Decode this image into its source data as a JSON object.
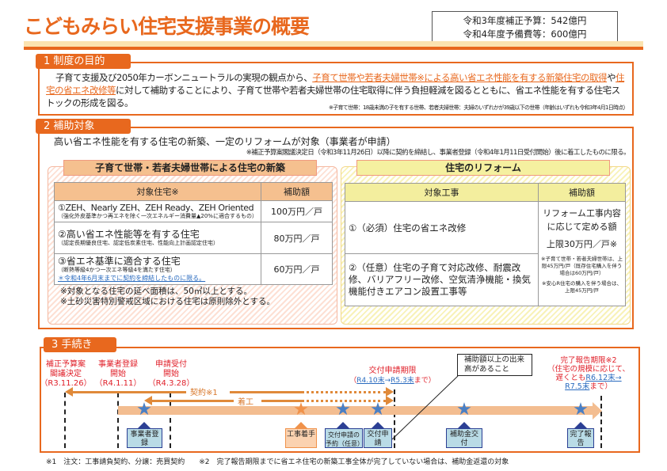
{
  "title": "こどもみらい住宅支援事業の概要",
  "budget": [
    "令和3年度補正予算：542億円",
    "令和4年度予備費等：600億円"
  ],
  "s1": {
    "tag": "1 制度の目的",
    "t1": "子育て支援及び2050年カーボンニュートラルの実現の観点から、",
    "u1": "子育て世帯や若者夫婦世帯※による高い省エネ性能を有する新築住宅の取得",
    "t2": "や",
    "u2": "住宅の省エネ改修等",
    "t3": "に対して補助することにより、子育て世帯や若者夫婦世帯の住宅取得に伴う負担軽減を図るとともに、省エネ性能を有する住宅ストックの形成を図る。",
    "note": "※子育て世帯：18歳未満の子を有する世帯、若者夫婦世帯：夫婦のいずれかが39歳以下の世帯（年齢はいずれも令和3年4月1日時点）"
  },
  "s2": {
    "tag": "2 補助対象",
    "lead": "高い省エネ性能を有する住宅の新築、一定のリフォームが対象（事業者が申請）",
    "note": "※補正予算案閣議決定日（令和3年11月26日）以降に契約を締結し、事業者登録（令和4年1月11日受付開始）後に着工したものに限る。",
    "new": {
      "label": "子育て世帯・若者夫婦世帯による住宅の新築",
      "col1": "対象住宅※",
      "col2": "補助額",
      "rows": [
        {
          "main": "①ZEH、Nearly ZEH、ZEH Ready、ZEH Oriented",
          "sub": "（強化外皮基準かつ再エネを除く一次エネルギー消費量▲20%に適合するもの）",
          "amount": "100万円／戸"
        },
        {
          "main": "②高い省エネ性能等を有する住宅",
          "sub": "（認定長期優良住宅、認定低炭素住宅、性能向上計画認定住宅）",
          "amount": "80万円／戸"
        },
        {
          "main": "③省エネ基準に適合する住宅",
          "sub": "（断熱等級4かつ一次エネ等級4を満たす住宅）",
          "link": "＊令和4年6月末までに契約を締結したものに限る。",
          "amount": "60万円／戸"
        }
      ],
      "notes": [
        "※対象となる住宅の延べ面積は、50㎡以上とする。",
        "※土砂災害特別警戒区域における住宅は原則除外とする。"
      ]
    },
    "reform": {
      "label": "住宅のリフォーム",
      "col1": "対象工事",
      "col2": "補助額",
      "rows": [
        "①（必須）住宅の省エネ改修",
        "②（任意）住宅の子育て対応改修、耐震改修、バリアフリー改修、空気清浄機能・換気機能付きエアコン設置工事等"
      ],
      "amount1": "リフォーム工事内容に応じて定める額",
      "amount2": "上限30万円／戸※",
      "amount_notes": [
        "※子育て世帯・若者夫婦世帯は、上限45万円/戸（既存住宅購入を伴う場合は60万円/戸）",
        "※安心R住宅の購入を伴う場合は、上限45万円/戸"
      ]
    }
  },
  "s3": {
    "tag": "3 手続き",
    "milestones": [
      {
        "l1": "補正予算案",
        "l2": "閣議決定",
        "d": "（R3.11.26）"
      },
      {
        "l1": "事業者登録",
        "l2": "開始",
        "d": "（R4.1.11）"
      },
      {
        "l1": "申請受付",
        "l2": "開始",
        "d": "（R4.3.28）"
      }
    ],
    "contract": "契約※1",
    "start": "着工",
    "deadline": {
      "title": "交付申請期限",
      "p1": "（",
      "d1": "R4.10末",
      "arrow": "→",
      "d2": "R5.3末",
      "p2": "まで）"
    },
    "callout": "補助額以上の出来高があること",
    "report": {
      "title": "完了報告期限※2",
      "l1": "（住宅の規模に応じて、",
      "l2": "遅くとも",
      "d1": "R6.12末→",
      "d2": "R7.5末",
      "p2": "まで）"
    },
    "boxes": [
      "事業者登録",
      "工事着手",
      "交付申請の予約（任意）",
      "交付申請",
      "補助金交付",
      "完了報告"
    ],
    "footnote": "※1　注文：工事請負契約、分譲：売買契約　　※2　完了報告期限までに省エネ住宅の新築工事全体が完了していない場合は、補助金返還の対象"
  },
  "colors": {
    "accent": "#e8681e",
    "red": "#e0202a",
    "blue": "#2a6bbf",
    "star": "#4a7fc4"
  }
}
